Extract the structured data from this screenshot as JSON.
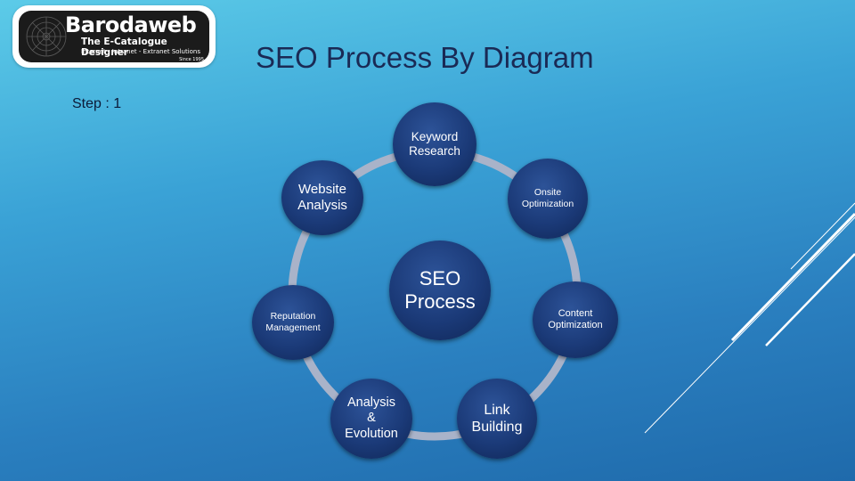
{
  "logo": {
    "name": "Barodaweb",
    "tagline": "The E-Catalogue Designer",
    "subline": "Internet - Intranet - Extranet Solutions",
    "since": "Since 1995"
  },
  "title": "SEO Process By Diagram",
  "step": "Step : 1",
  "diagram": {
    "center": "SEO\nProcess",
    "nodes": [
      "Keyword\nResearch",
      "Onsite\nOptimization",
      "Content\nOptimization",
      "Link\nBuilding",
      "Analysis\n&\nEvolution",
      "Reputation\nManagement",
      "Website\nAnalysis"
    ]
  },
  "colors": {
    "node": "#1b3a78",
    "ring": "#a9b3c9",
    "title": "#1a2a55"
  }
}
